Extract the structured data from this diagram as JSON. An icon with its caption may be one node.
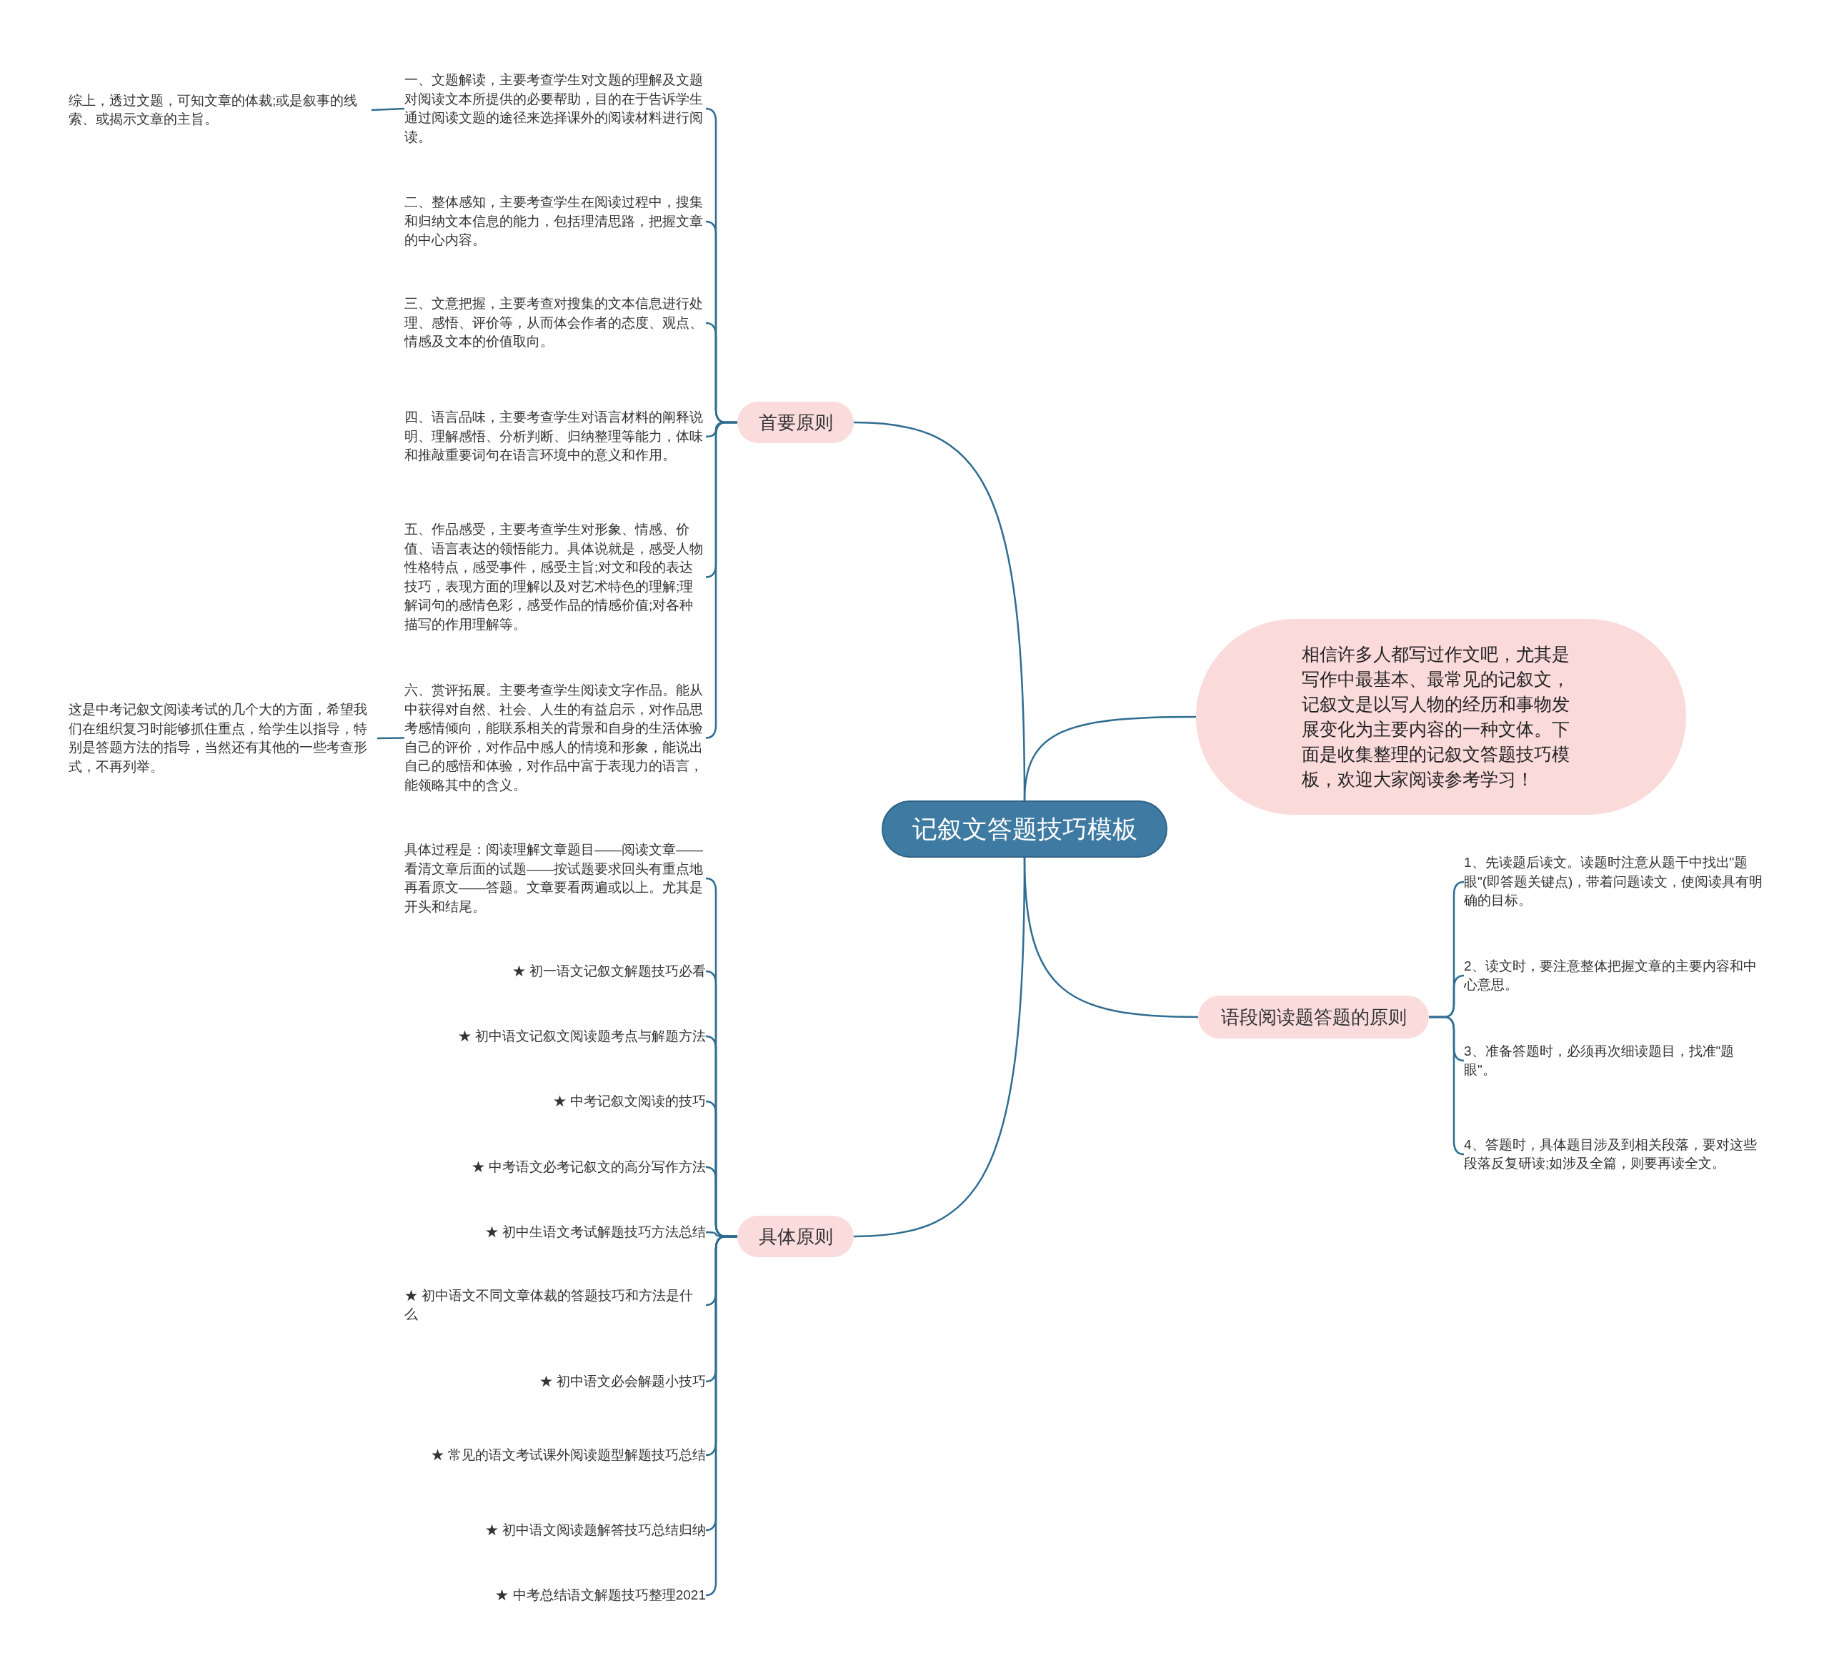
{
  "diagram": {
    "nodes": [
      {
        "text": [
          "记叙文答题技巧模板"
        ]
      },
      {
        "text": [
          "首要原则"
        ]
      },
      {
        "text": [
          "一、文题解读，主要考查学生对文题的理解及文题对阅读文本所提供的必要帮助，目的在于告诉学生通过阅读文题的途径来选择课外的阅读材料进行阅读。"
        ]
      },
      {
        "text": [
          "二、整体感知，主要考查学生在阅读过程中，搜集和归纳文本信息的能力，包括理清思路，把握文章的中心内容。"
        ]
      },
      {
        "text": [
          "三、文意把握，主要考查对搜集的文本信息进行处理、感悟、评价等，从而体会作者的态度、观点、情感及文本的价值取向。"
        ]
      },
      {
        "text": [
          "四、语言品味，主要考查学生对语言材料的阐释说明、理解感悟、分析判断、归纳整理等能力，体味和推敲重要词句在语言环境中的意义和作用。"
        ]
      },
      {
        "text": [
          "五、作品感受，主要考查学生对形象、情感、价值、语言表达的领悟能力。具体说就是，感受人物性格特点，感受事件，感受主旨;对文和段的表达技巧，表现方面的理解以及对艺术特色的理解;理解词句的感情色彩，感受作品的情感价值;对各种描写的作用理解等。"
        ]
      },
      {
        "text": [
          "六、赏评拓展。主要考查学生阅读文字作品。能从中获得对自然、社会、人生的有益启示，对作品思考感情倾向，能联系相关的背景和自身的生活体验自己的评价，对作品中感人的情境和形象，能说出自己的感悟和体验，对作品中富于表现力的语言，能领略其中的含义。"
        ]
      },
      {
        "text": [
          "综上，透过文题，可知文章的体裁;或是叙事的线索、或揭示文章的主旨。"
        ]
      },
      {
        "text": [
          "这是中考记叙文阅读考试的几个大的方面，希望我们在组织复习时能够抓住重点，给学生以指导，特别是答题方法的指导，当然还有其他的一些考查形式，不再列举。"
        ]
      },
      {
        "text": [
          "相信许多人都写过作文吧，尤其是写作中最基本、最常见的记叙文，记叙文是以写人物的经历和事物发展变化为主要内容的一种文体。下面是收集整理的记叙文答题技巧模板，欢迎大家阅读参考学习！"
        ]
      },
      {
        "text": [
          "语段阅读题答题的原则"
        ]
      },
      {
        "text": [
          "1、先读题后读文。读题时注意从题干中找出\"题眼\"(即答题关键点)，带着问题读文，使阅读具有明确的目标。"
        ]
      },
      {
        "text": [
          "2、读文时，要注意整体把握文章的主要内容和中心意思。"
        ]
      },
      {
        "text": [
          "3、准备答题时，必须再次细读题目，找准\"题眼\"。"
        ]
      },
      {
        "text": [
          "4、答题时，具体题目涉及到相关段落，要对这些段落反复研读;如涉及全篇，则要再读全文。"
        ]
      },
      {
        "text": [
          "具体原则"
        ]
      },
      {
        "text": [
          "具体过程是：阅读理解文章题目——阅读文章——看清文章后面的试题——按试题要求回头有重点地再看原文——答题。文章要看两遍或以上。尤其是开头和结尾。"
        ]
      },
      {
        "text": [
          "★ 初一语文记叙文解题技巧必看"
        ]
      },
      {
        "text": [
          "★ 初中语文记叙文阅读题考点与解题方法"
        ]
      },
      {
        "text": [
          "★ 中考记叙文阅读的技巧"
        ]
      },
      {
        "text": [
          "★ 中考语文必考记叙文的高分写作方法"
        ]
      },
      {
        "text": [
          "★ 初中生语文考试解题技巧方法总结"
        ]
      },
      {
        "text": [
          "★ 初中语文不同文章体裁的答题技巧和方法是什么"
        ]
      },
      {
        "text": [
          "★ 初中语文必会解题小技巧"
        ]
      },
      {
        "text": [
          "★ 常见的语文考试课外阅读题型解题技巧总结"
        ]
      },
      {
        "text": [
          "★ 初中语文阅读题解答技巧总结归纳"
        ]
      },
      {
        "text": [
          "★ 中考总结语文解题技巧整理2021"
        ]
      }
    ],
    "edges": [
      {
        "from": 0,
        "to": 1,
        "arrow": "none"
      },
      {
        "from": 1,
        "to": 2,
        "arrow": "none"
      },
      {
        "from": 1,
        "to": 3,
        "arrow": "none"
      },
      {
        "from": 1,
        "to": 4,
        "arrow": "none"
      },
      {
        "from": 1,
        "to": 5,
        "arrow": "none"
      },
      {
        "from": 1,
        "to": 6,
        "arrow": "none"
      },
      {
        "from": 1,
        "to": 7,
        "arrow": "none"
      },
      {
        "from": 2,
        "to": 8,
        "arrow": "none"
      },
      {
        "from": 7,
        "to": 9,
        "arrow": "none"
      },
      {
        "from": 0,
        "to": 10,
        "arrow": "none"
      },
      {
        "from": 0,
        "to": 11,
        "arrow": "none"
      },
      {
        "from": 11,
        "to": 12,
        "arrow": "none"
      },
      {
        "from": 11,
        "to": 13,
        "arrow": "none"
      },
      {
        "from": 11,
        "to": 14,
        "arrow": "none"
      },
      {
        "from": 11,
        "to": 15,
        "arrow": "none"
      },
      {
        "from": 0,
        "to": 16,
        "arrow": "none"
      },
      {
        "from": 16,
        "to": 17,
        "arrow": "none"
      },
      {
        "from": 16,
        "to": 18,
        "arrow": "none"
      },
      {
        "from": 16,
        "to": 19,
        "arrow": "none"
      },
      {
        "from": 16,
        "to": 20,
        "arrow": "none"
      },
      {
        "from": 16,
        "to": 21,
        "arrow": "none"
      },
      {
        "from": 16,
        "to": 22,
        "arrow": "none"
      },
      {
        "from": 16,
        "to": 23,
        "arrow": "none"
      },
      {
        "from": 16,
        "to": 24,
        "arrow": "none"
      },
      {
        "from": 16,
        "to": 25,
        "arrow": "none"
      },
      {
        "from": 16,
        "to": 26,
        "arrow": "none"
      },
      {
        "from": 16,
        "to": 27,
        "arrow": "none"
      }
    ]
  }
}
